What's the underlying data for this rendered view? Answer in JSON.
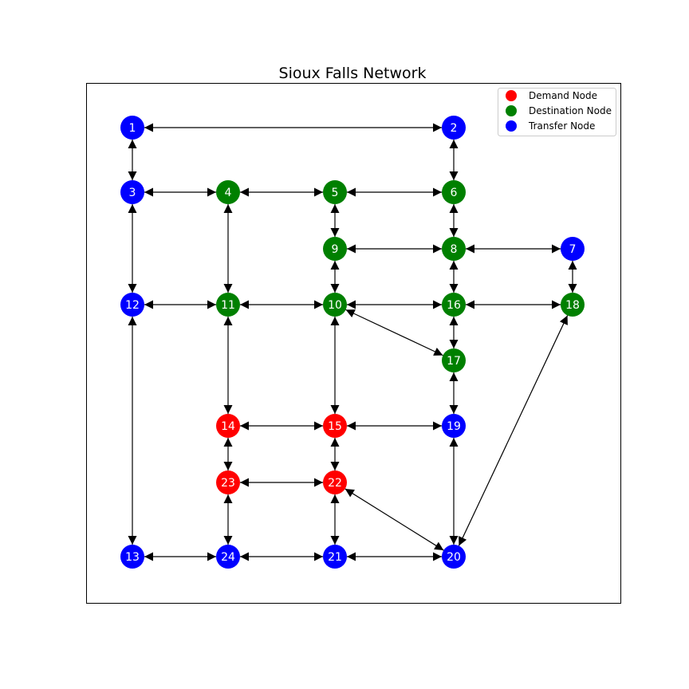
{
  "diagram": {
    "title": "Sioux Falls Network",
    "colors": {
      "demand": "#ff0000",
      "destination": "#008000",
      "transfer": "#0000ff",
      "edge": "#000000"
    },
    "legend": [
      {
        "label": "Demand Node",
        "type": "demand"
      },
      {
        "label": "Destination Node",
        "type": "destination"
      },
      {
        "label": "Transfer Node",
        "type": "transfer"
      }
    ],
    "nodes": [
      {
        "id": "1",
        "type": "transfer"
      },
      {
        "id": "2",
        "type": "transfer"
      },
      {
        "id": "3",
        "type": "transfer"
      },
      {
        "id": "4",
        "type": "destination"
      },
      {
        "id": "5",
        "type": "destination"
      },
      {
        "id": "6",
        "type": "destination"
      },
      {
        "id": "7",
        "type": "transfer"
      },
      {
        "id": "8",
        "type": "destination"
      },
      {
        "id": "9",
        "type": "destination"
      },
      {
        "id": "10",
        "type": "destination"
      },
      {
        "id": "11",
        "type": "destination"
      },
      {
        "id": "12",
        "type": "transfer"
      },
      {
        "id": "13",
        "type": "transfer"
      },
      {
        "id": "14",
        "type": "demand"
      },
      {
        "id": "15",
        "type": "demand"
      },
      {
        "id": "16",
        "type": "destination"
      },
      {
        "id": "17",
        "type": "destination"
      },
      {
        "id": "18",
        "type": "destination"
      },
      {
        "id": "19",
        "type": "transfer"
      },
      {
        "id": "20",
        "type": "transfer"
      },
      {
        "id": "21",
        "type": "transfer"
      },
      {
        "id": "22",
        "type": "demand"
      },
      {
        "id": "23",
        "type": "demand"
      },
      {
        "id": "24",
        "type": "transfer"
      }
    ],
    "edges": [
      [
        "1",
        "2"
      ],
      [
        "1",
        "3"
      ],
      [
        "2",
        "6"
      ],
      [
        "3",
        "4"
      ],
      [
        "3",
        "12"
      ],
      [
        "4",
        "5"
      ],
      [
        "4",
        "11"
      ],
      [
        "5",
        "6"
      ],
      [
        "5",
        "9"
      ],
      [
        "6",
        "8"
      ],
      [
        "7",
        "8"
      ],
      [
        "7",
        "18"
      ],
      [
        "8",
        "9"
      ],
      [
        "8",
        "16"
      ],
      [
        "9",
        "10"
      ],
      [
        "10",
        "11"
      ],
      [
        "10",
        "15"
      ],
      [
        "10",
        "16"
      ],
      [
        "10",
        "17"
      ],
      [
        "11",
        "12"
      ],
      [
        "11",
        "14"
      ],
      [
        "12",
        "13"
      ],
      [
        "13",
        "24"
      ],
      [
        "14",
        "15"
      ],
      [
        "14",
        "23"
      ],
      [
        "15",
        "19"
      ],
      [
        "15",
        "22"
      ],
      [
        "16",
        "17"
      ],
      [
        "16",
        "18"
      ],
      [
        "17",
        "19"
      ],
      [
        "18",
        "20"
      ],
      [
        "19",
        "20"
      ],
      [
        "20",
        "21"
      ],
      [
        "20",
        "22"
      ],
      [
        "21",
        "22"
      ],
      [
        "21",
        "24"
      ],
      [
        "22",
        "23"
      ],
      [
        "23",
        "24"
      ]
    ]
  }
}
